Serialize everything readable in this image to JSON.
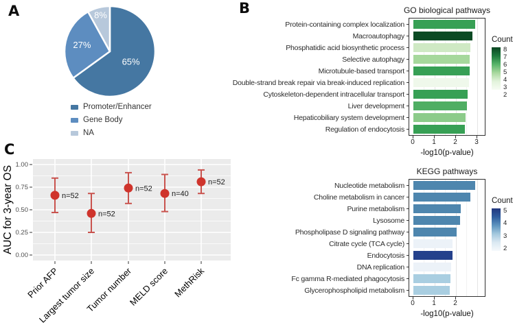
{
  "figure": {
    "panel_a_label": "A",
    "panel_b_label": "B",
    "panel_c_label": "C"
  },
  "chart_data": [
    {
      "id": "genomic-location-pie",
      "type": "pie",
      "slices": [
        {
          "label": "Promoter/Enhancer",
          "value": 65,
          "display": "65%",
          "color": "#4577a2"
        },
        {
          "label": "Gene Body",
          "value": 27,
          "display": "27%",
          "color": "#5d8dc0"
        },
        {
          "label": "NA",
          "value": 8,
          "display": "8%",
          "color": "#b7c8db"
        }
      ],
      "start_angle": "top",
      "direction": "clockwise",
      "legend_position": "bottom-left"
    },
    {
      "id": "go-pathways",
      "type": "bar",
      "orientation": "horizontal",
      "title": "GO biological pathways",
      "xlabel": "-log10(p-value)",
      "xticks": [
        0,
        1,
        2,
        3
      ],
      "xlim": [
        0,
        3.2
      ],
      "categories": [
        "Protein-containing complex localization",
        "Macroautophagy",
        "Phosphatidic acid biosynthetic process",
        "Selective autophagy",
        "Microtubule-based transport",
        "Double-strand break repair via break-induced replication",
        "Cytoskeleton-dependent intracellular transport",
        "Liver development",
        "Hepaticobiliary system development",
        "Regulation of endocytosis"
      ],
      "values": [
        2.9,
        2.76,
        2.66,
        2.65,
        2.63,
        2.6,
        2.56,
        2.5,
        2.45,
        2.41
      ],
      "counts": [
        6,
        8,
        3,
        4,
        6,
        2,
        6,
        5,
        4,
        6
      ],
      "bar_colors": [
        "#37a055",
        "#0b4a24",
        "#cfe9c4",
        "#a6d89c",
        "#37a055",
        "#eff8eb",
        "#37a055",
        "#4fae63",
        "#8ccb8a",
        "#37a055"
      ],
      "legend_title": "Count",
      "legend_ticks": [
        8,
        7,
        6,
        5,
        4,
        3,
        2
      ],
      "legend_gradient": [
        "#0a4522",
        "#1d7a3e",
        "#56b469",
        "#a8d89e",
        "#e2f3db",
        "#f7fcf4"
      ],
      "grid": true
    },
    {
      "id": "kegg-pathways",
      "type": "bar",
      "orientation": "horizontal",
      "title": "KEGG pathways",
      "xlabel": "-log10(p-value)",
      "xticks": [
        0,
        1,
        2
      ],
      "xlim": [
        0,
        3.1
      ],
      "categories": [
        "Nucleotide metabolism",
        "Choline metabolism in cancer",
        "Purine metabolism",
        "Lysosome",
        "Phospholipase D signaling pathway",
        "Citrate cycle (TCA cycle)",
        "Endocytosis",
        "DNA replication",
        "Fc gamma R-mediated phagocytosis",
        "Glycerophospholipid metabolism"
      ],
      "values": [
        2.9,
        2.66,
        2.21,
        2.19,
        2.04,
        1.85,
        1.84,
        1.76,
        1.74,
        1.72
      ],
      "counts": [
        4,
        4,
        4,
        4,
        4,
        2,
        5,
        2,
        3,
        3
      ],
      "bar_colors": [
        "#4e86ae",
        "#4e86ae",
        "#4e86ae",
        "#4e86ae",
        "#4e86ae",
        "#ecf2f8",
        "#24418c",
        "#ecf2f8",
        "#a9cee1",
        "#a9cee1"
      ],
      "legend_title": "Count",
      "legend_ticks": [
        5,
        4,
        3,
        2
      ],
      "legend_gradient": [
        "#21387f",
        "#2f5d9e",
        "#5e94bf",
        "#a3c8de",
        "#dbe9f2",
        "#f5f9fc"
      ],
      "grid": true
    },
    {
      "id": "auc-3-year-os",
      "type": "scatter",
      "ylabel": "AUC for 3-year OS",
      "yticks": [
        "1.00",
        "0.75",
        "0.50",
        "0.25",
        "0.00"
      ],
      "ylim": [
        0,
        1
      ],
      "categories": [
        "Prior AFP",
        "Largest tumor size",
        "Tumor number",
        "MELD score",
        "MethRisk"
      ],
      "points": [
        {
          "category": "Prior AFP",
          "value": 0.66,
          "ci_low": 0.47,
          "ci_high": 0.85,
          "n_label": "n=52"
        },
        {
          "category": "Largest tumor size",
          "value": 0.46,
          "ci_low": 0.25,
          "ci_high": 0.68,
          "n_label": "n=52"
        },
        {
          "category": "Tumor number",
          "value": 0.74,
          "ci_low": 0.57,
          "ci_high": 0.91,
          "n_label": "n=52"
        },
        {
          "category": "MELD score",
          "value": 0.68,
          "ci_low": 0.48,
          "ci_high": 0.89,
          "n_label": "n=40"
        },
        {
          "category": "MethRisk",
          "value": 0.81,
          "ci_low": 0.68,
          "ci_high": 0.94,
          "n_label": "n=52"
        }
      ],
      "point_color": "#cf342c",
      "errorbar_color": "#c9534e",
      "panel_bg": "#ebebeb",
      "grid": true,
      "x_label_angle": 45
    }
  ]
}
